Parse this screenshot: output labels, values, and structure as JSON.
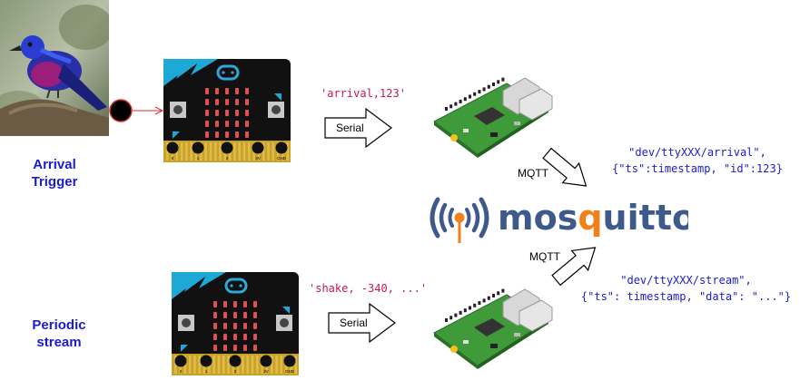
{
  "labels": {
    "arrival_trigger": "Arrival\nTrigger",
    "periodic_stream": "Periodic\nstream"
  },
  "serial_messages": {
    "arrival": "'arrival,123'",
    "stream": "'shake, -340, ...'"
  },
  "arrows": {
    "serial_top": "Serial",
    "serial_bottom": "Serial",
    "mqtt_top": "MQTT",
    "mqtt_bottom": "MQTT"
  },
  "topics": {
    "arrival": "\"dev/ttyXXX/arrival\",\n{\"ts\":timestamp, \"id\":123}",
    "stream": "\"dev/ttyXXX/stream\",\n{\"ts\": timestamp, \"data\": \"...\"}"
  },
  "broker": {
    "name": "mosquitto"
  },
  "board_pins": [
    "0",
    "1",
    "2",
    "3V",
    "GND"
  ],
  "colors": {
    "label_blue": "#1b1bd0",
    "message_pink": "#c2185b",
    "broker_blue": "#3d5a8a",
    "broker_orange": "#f0801a",
    "trigger_red": "#d32f2f"
  }
}
